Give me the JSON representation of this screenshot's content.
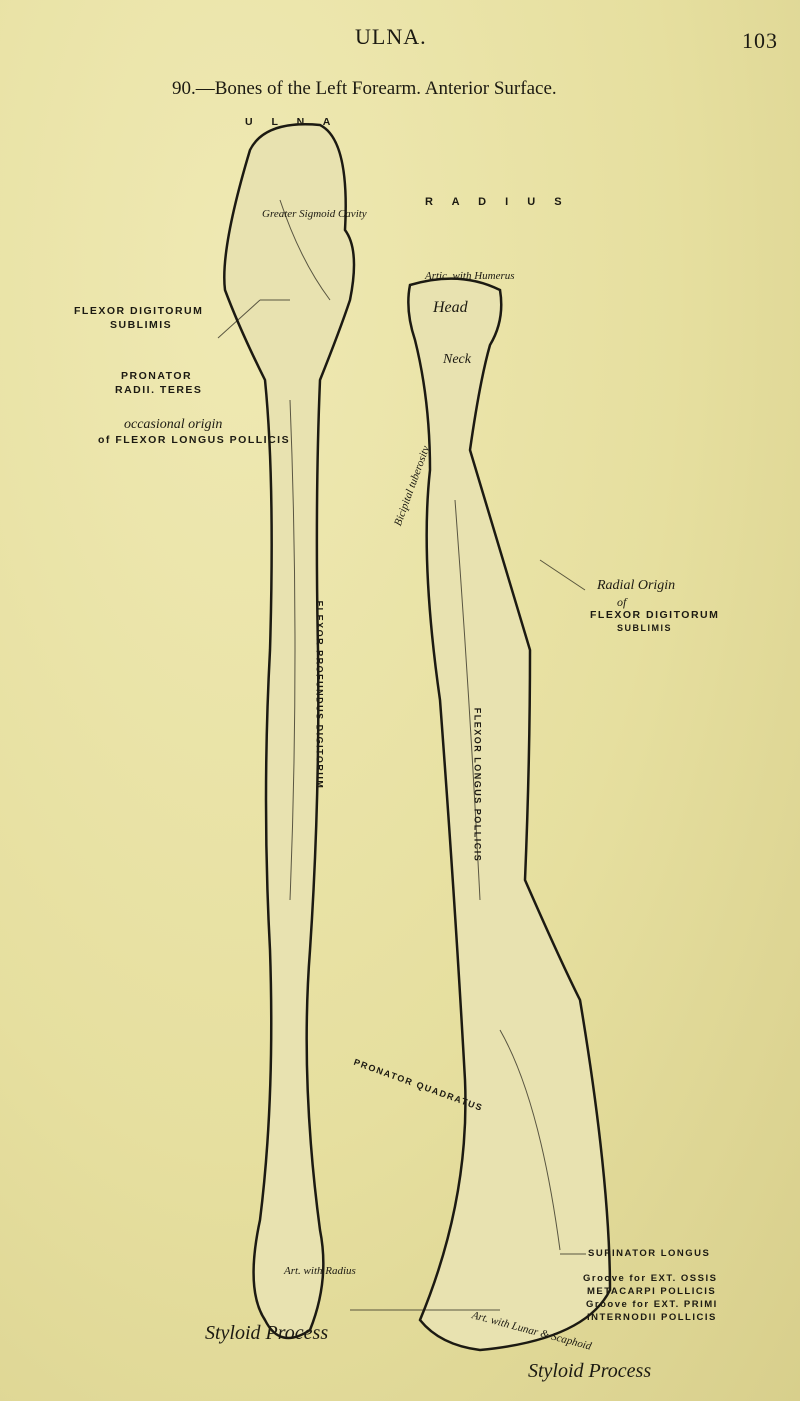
{
  "header": {
    "title": "ULNA.",
    "page_number": "103"
  },
  "caption": "90.—Bones of the Left Forearm. Anterior Surface.",
  "labels": {
    "ulna": "U L N A",
    "radius": "R A D I U S",
    "flexor_dig_sub": "FLEXOR DIGITORUM",
    "flexor_dig_sub2": "SUBLIMIS",
    "pronator_1": "PRONATOR",
    "pronator_2": "RADII. TERES",
    "occasional": "occasional origin",
    "occasional2": "of FLEXOR LONGUS POLLICIS",
    "greater_sigmoid": "Greater Sigmoid Cavity",
    "art_humerus": "Artic. with Humerus",
    "head": "Head",
    "neck": "Neck",
    "bicipital": "Bicipital tuberosity",
    "radial_origin": "Radial Origin",
    "radial_origin2": "of",
    "radial_origin3": "FLEXOR DIGITORUM",
    "radial_origin4": "SUBLIMIS",
    "flexor_profundus": "FLEXOR PROFUNDUS DIGITORUM",
    "flexor_longus": "FLEXOR LONGUS POLLICIS",
    "pronator_quad": "PRONATOR QUADRATUS",
    "supinator_longus": "SUPINATOR LONGUS",
    "groove1a": "Groove for EXT. OSSIS",
    "groove1b": "METACARPI POLLICIS",
    "groove2a": "Groove for EXT. PRIMI",
    "groove2b": "INTERNODII POLLICIS",
    "styloid_left": "Styloid Process",
    "styloid_right": "Styloid Process",
    "art_radius": "Art. with Radius",
    "art_lunar": "Art. with Lunar & Scaphoid"
  }
}
